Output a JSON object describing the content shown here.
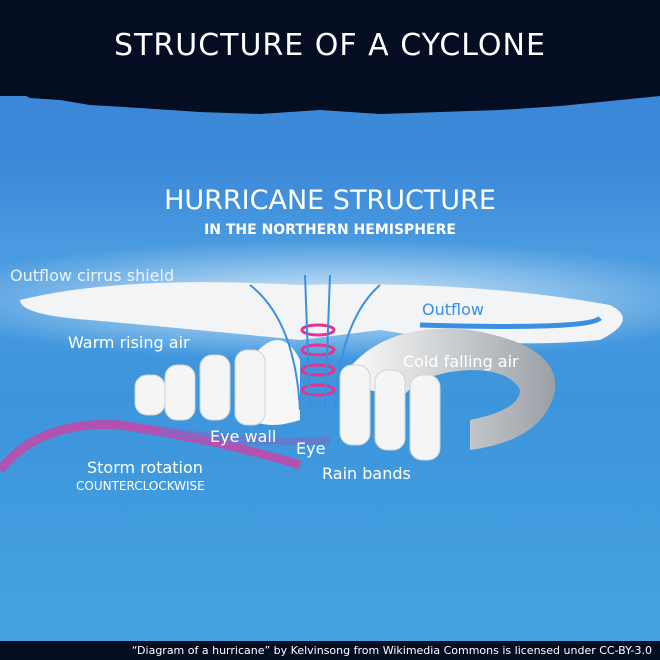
{
  "header": {
    "title": "STRUCTURE OF A CYCLONE"
  },
  "diagram": {
    "title": "HURRICANE STRUCTURE",
    "subtitle": "IN THE NORTHERN HEMISPHERE",
    "labels": {
      "outflow_cirrus": "Outflow cirrus shield",
      "outflow": "Outflow",
      "warm_air": "Warm rising air",
      "cold_air": "Cold falling air",
      "eye_wall": "Eye wall",
      "eye": "Eye",
      "rain_bands": "Rain bands",
      "storm_rotation": "Storm rotation",
      "rotation_dir": "COUNTERCLOCKWISE"
    },
    "colors": {
      "arrow_pink": "#e2358f",
      "arrow_blue": "#3a8fe0",
      "cloud": "#f2f4f6"
    }
  },
  "footer": {
    "credit": "“Diagram of a hurricane” by Kelvinsong from Wikimedia Commons is licensed under CC-BY-3.0"
  }
}
